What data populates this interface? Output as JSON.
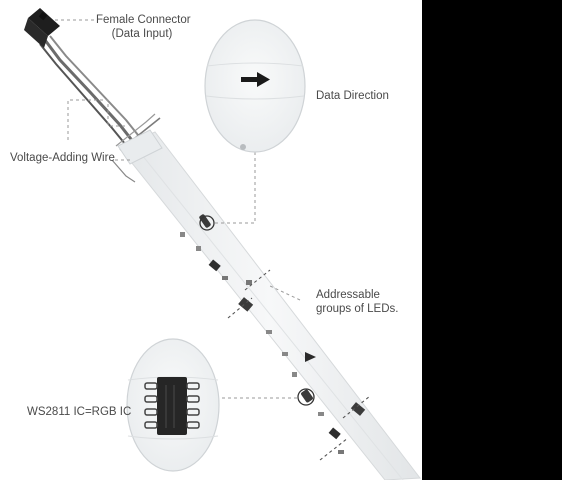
{
  "labels": {
    "female_connector_line1": "Female Connector",
    "female_connector_line2": "(Data Input)",
    "data_direction": "Data Direction",
    "voltage_adding_wire": "Voltage-Adding Wire",
    "addressable_line1": "Addressable",
    "addressable_line2": "groups of LEDs.",
    "ws2811": "WS2811 IC=RGB IC"
  },
  "colors": {
    "background": "#ffffff",
    "strip": "#f1f3f4",
    "strip_edge": "#d6d9db",
    "leader_line": "#9a9a9a",
    "text": "#4a4a4a",
    "connector": "#1e1e1e",
    "frame": "#000000"
  },
  "icons": {
    "data_direction_arrow": "arrow-right-icon",
    "connector": "female-connector-icon",
    "chip": "ic-chip-icon"
  }
}
